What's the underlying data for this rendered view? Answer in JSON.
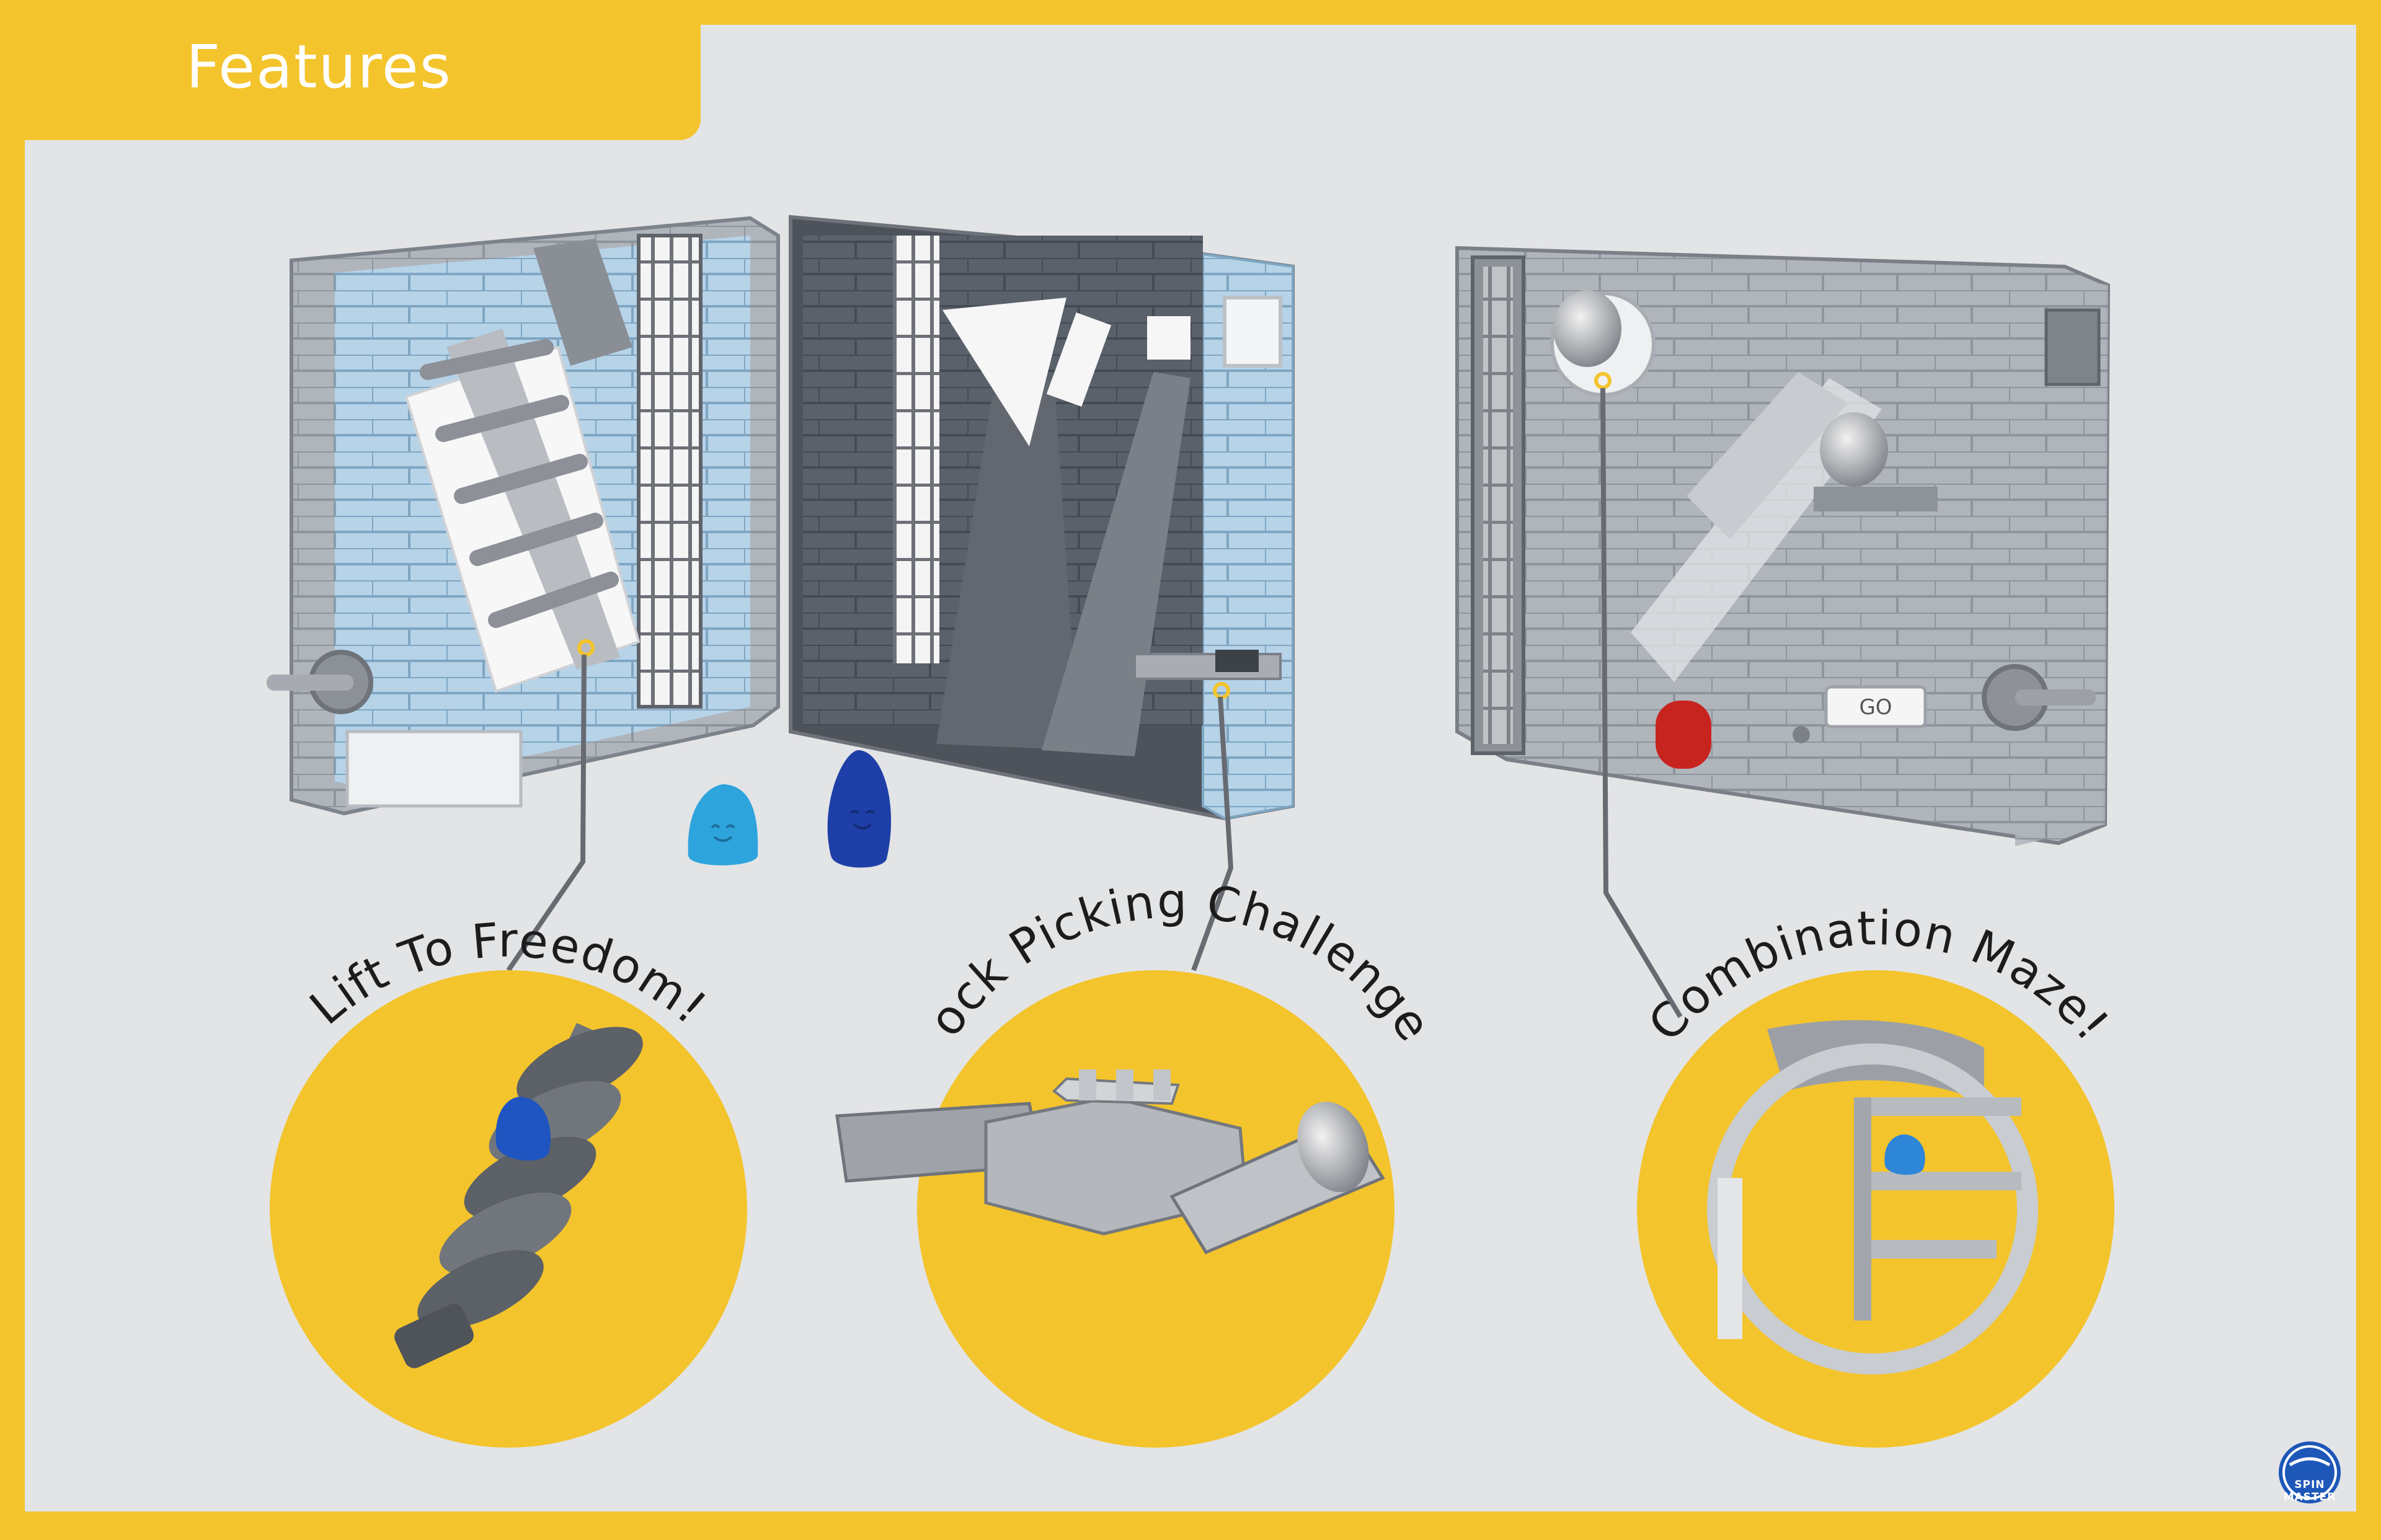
{
  "header": {
    "title": "Features"
  },
  "features": [
    {
      "id": "lift",
      "caption": "Lift To Freedom!"
    },
    {
      "id": "lockpick",
      "caption": "Lock Picking Challenge!"
    },
    {
      "id": "maze",
      "caption": "Combination Maze!"
    }
  ],
  "device": {
    "go_button_label": "GO"
  },
  "brand": {
    "name": "SPIN MASTER"
  },
  "colors": {
    "frame": "#f3c42c",
    "board": "#e3e4e6",
    "brick_gray": "#a4a9b1",
    "brick_blue": "#a9c8e0",
    "figure_cyan": "#2ea4dd",
    "figure_blue": "#1f3fa8",
    "figure_red": "#c8241f",
    "callout_ring": "#f3c42c"
  }
}
